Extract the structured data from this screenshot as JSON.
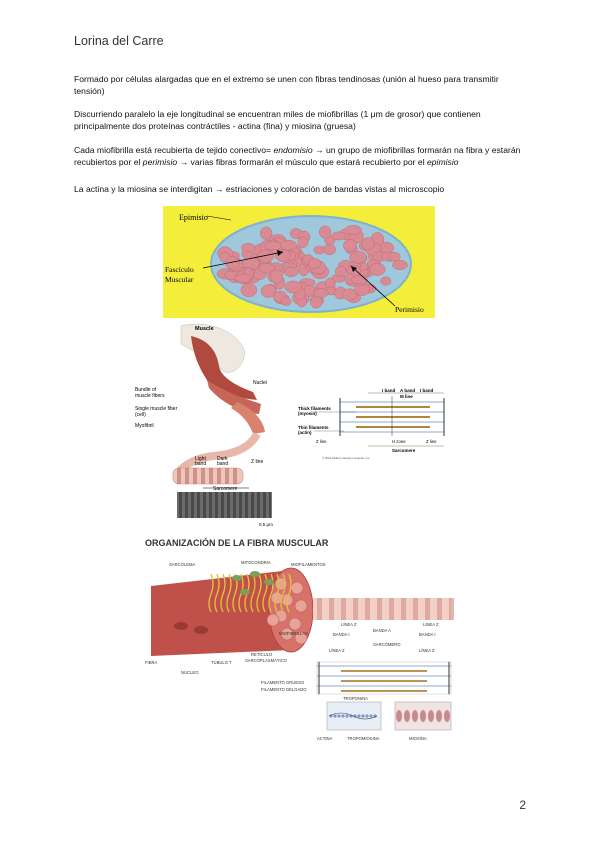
{
  "header": {
    "author": "Lorina del Carre"
  },
  "paragraphs": {
    "p1": "Formado por células alargadas que en el extremo se unen con fibras tendinosas (unión al hueso para transmitir tensión)",
    "p2": "Discurriendo paralelo la eje longitudinal se encuentran miles de miofibrillas (1 μm de grosor) que contienen principalmente dos proteínas contráctiles - actina (fina) y miosina (gruesa)",
    "p3_a": "Cada miofibrilla está recubierta de tejido conectivo= ",
    "p3_b": "endomisio",
    "p3_c": " → un grupo de miofibrillas formarán na fibra y estarán recubiertos por el ",
    "p3_d": "perimisio",
    "p3_e": " → varias fibras formarán el músculo que estará recubierto por el ",
    "p3_f": "epimisio",
    "p4": "La actina y la miosina se interdigitan → estriaciones y coloración de bandas vistas al microscopio"
  },
  "fig1": {
    "epimisio": "Epimisio",
    "fasciculo1": "Fascículo",
    "fasciculo2": "Muscular",
    "perimisio": "Perimisio"
  },
  "fig2": {
    "muscle": "Muscle",
    "bundle1": "Bundle of",
    "bundle2": "muscle fibers",
    "single1": "Single muscle fiber",
    "single2": "(cell)",
    "myofibril": "Myofibril",
    "nuclei": "Nuclei",
    "light1": "Light",
    "light2": "band",
    "dark1": "Dark",
    "dark2": "band",
    "zline": "Z line",
    "sarcomere": "Sarcomere",
    "scale": "0.5 μm"
  },
  "fig3": {
    "iband1": "I band",
    "aband": "A band",
    "iband2": "I band",
    "mline": "M line",
    "thick1": "Thick filaments",
    "thick2": "(myosin)",
    "thin1": "Thin filaments",
    "thin2": "(actin)",
    "zline1": "Z line",
    "hzone": "H zone",
    "zline2": "Z line",
    "sarcomere": "Sarcomere",
    "credit": "© 2001 Addison Wesley Longman, Inc."
  },
  "fig4": {
    "title": "ORGANIZACIÓN DE LA FIBRA MUSCULAR",
    "sarcolema": "SARCOLEMA",
    "mitocondria": "MITOCONDRIA",
    "miofilamentos": "MIOFILAMENTOS",
    "miofibrillas": "MIOFIBRILLAS",
    "fibra": "FIBRA",
    "nucleo": "NÚCLEO",
    "tubulo": "TÚBULO T",
    "reticulo1": "RETÍCULO",
    "reticulo2": "SARCOPLASMÁTICO",
    "bandai1": "BANDA I",
    "bandaa": "BANDA A",
    "bandai2": "BANDA I",
    "lineaz1": "LÍNEA Z",
    "lineaz2": "LÍNEA Z",
    "sarcomero": "SARCÓMERO",
    "lineaz3": "LÍNEA Z",
    "lineaz4": "LÍNEA Z",
    "grueso": "FILAMENTO GRUESO",
    "delgado": "FILAMENTO DELGADO",
    "troponina": "TROPONINA",
    "actina": "ACTINA",
    "tropomiosina": "TROPOMIOSINA",
    "miosina": "MIOSINA"
  },
  "page": {
    "number": "2"
  },
  "colors": {
    "yellow": "#f4ee3a",
    "pink": "#d98a92",
    "cellblue": "#9fc8dc",
    "muscle_red": "#c0504a"
  }
}
